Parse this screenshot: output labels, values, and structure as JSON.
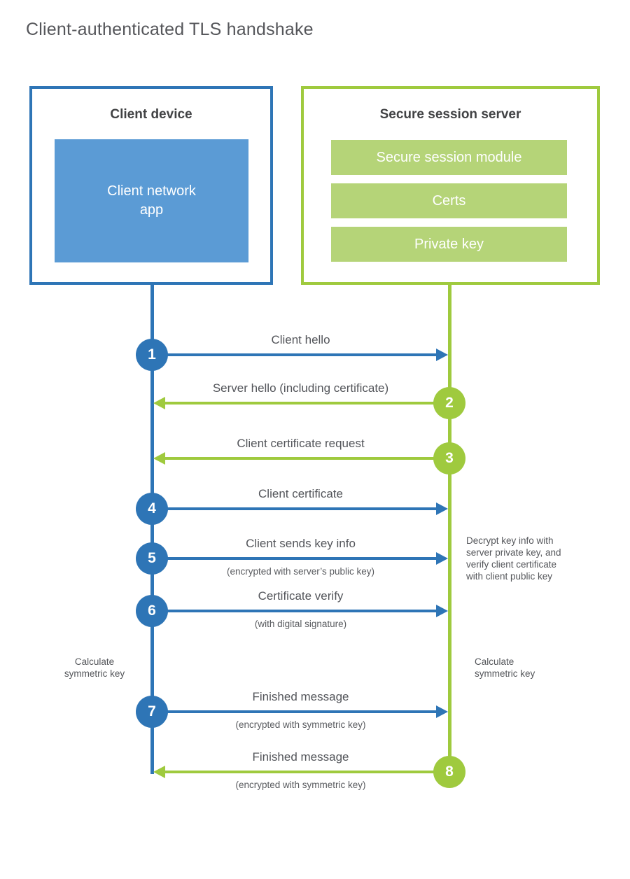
{
  "title": "Client-authenticated TLS handshake",
  "colors": {
    "blue": "#2e75b6",
    "blue_fill": "#5b9bd5",
    "green": "#9fca3e",
    "green_fill": "#b5d478",
    "title_text": "#55565a"
  },
  "client": {
    "title": "Client device",
    "app_label": "Client network\napp"
  },
  "server": {
    "title": "Secure session server",
    "modules": [
      "Secure session module",
      "Certs",
      "Private key"
    ]
  },
  "messages": [
    {
      "num": "1",
      "label": "Client hello",
      "sub": "",
      "from": "client"
    },
    {
      "num": "2",
      "label": "Server hello (including certificate)",
      "sub": "",
      "from": "server"
    },
    {
      "num": "3",
      "label": "Client certificate request",
      "sub": "",
      "from": "server"
    },
    {
      "num": "4",
      "label": "Client certificate",
      "sub": "",
      "from": "client"
    },
    {
      "num": "5",
      "label": "Client sends key info",
      "sub": "(encrypted with server’s public key)",
      "from": "client"
    },
    {
      "num": "6",
      "label": "Certificate verify",
      "sub": "(with digital signature)",
      "from": "client"
    },
    {
      "num": "7",
      "label": "Finished message",
      "sub": "(encrypted with symmetric key)",
      "from": "client"
    },
    {
      "num": "8",
      "label": "Finished message",
      "sub": "(encrypted with symmetric key)",
      "from": "server"
    }
  ],
  "annotations": {
    "decrypt_note": "Decrypt key info with\nserver private key, and\nverify client certificate\nwith client public key",
    "calc_left": "Calculate\nsymmetric key",
    "calc_right": "Calculate\nsymmetric key"
  }
}
